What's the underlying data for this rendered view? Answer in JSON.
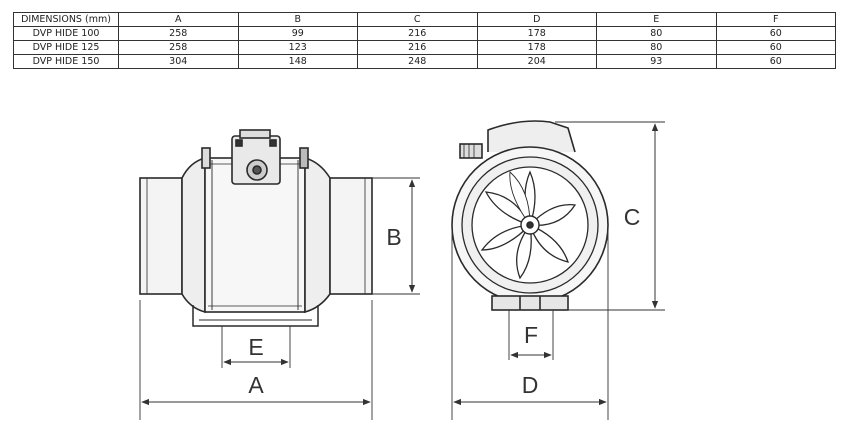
{
  "table": {
    "header": [
      "DIMENSIONS (mm)",
      "A",
      "B",
      "C",
      "D",
      "E",
      "F"
    ],
    "rows": [
      [
        "DVP HIDE 100",
        "258",
        "99",
        "216",
        "178",
        "80",
        "60"
      ],
      [
        "DVP HIDE 125",
        "258",
        "123",
        "216",
        "178",
        "80",
        "60"
      ],
      [
        "DVP HIDE 150",
        "304",
        "148",
        "248",
        "204",
        "93",
        "60"
      ]
    ]
  },
  "labels": {
    "a": "A",
    "b": "B",
    "c": "C",
    "d": "D",
    "e": "E",
    "f": "F"
  }
}
